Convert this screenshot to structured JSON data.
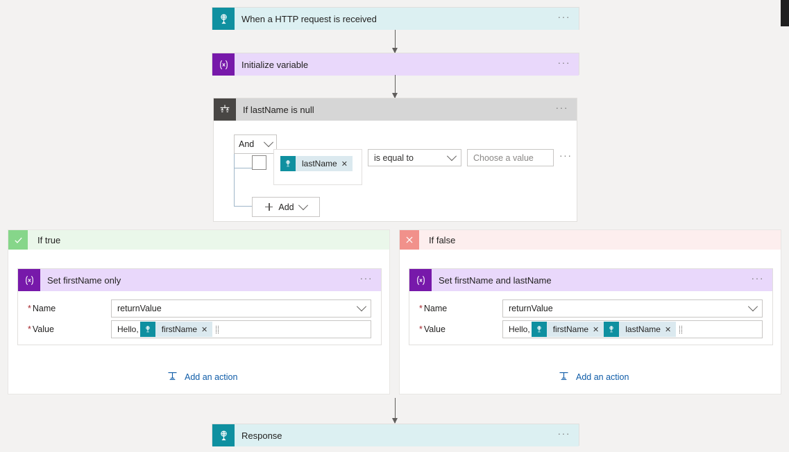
{
  "flow": {
    "trigger": {
      "title": "When a HTTP request is received",
      "icon": "http-request-icon",
      "more_label": "···"
    },
    "initialize": {
      "title": "Initialize variable",
      "icon": "variable-icon",
      "more_label": "···"
    },
    "condition": {
      "title": "If lastName is null",
      "icon": "condition-icon",
      "more_label": "···",
      "logical_operator": "And",
      "row": {
        "token": {
          "label": "lastName",
          "remove_label": "✕",
          "icon": "dynamic-content-icon"
        },
        "operator": "is equal to",
        "value_placeholder": "Choose a value",
        "row_more_label": "···"
      },
      "add_button": "Add"
    },
    "branches": {
      "true": {
        "label": "If true",
        "badge_icon": "check-icon",
        "action": {
          "title": "Set firstName only",
          "icon": "variable-icon",
          "more_label": "···",
          "fields": [
            {
              "label": "Name",
              "required": true,
              "type": "dropdown",
              "value": "returnValue"
            },
            {
              "label": "Value",
              "required": true,
              "type": "tokens",
              "text_prefix": "Hello,",
              "tokens": [
                {
                  "label": "firstName",
                  "remove_label": "✕",
                  "icon": "dynamic-content-icon"
                }
              ]
            }
          ]
        },
        "add_action_label": "Add an action"
      },
      "false": {
        "label": "If false",
        "badge_icon": "close-icon",
        "action": {
          "title": "Set firstName and lastName",
          "icon": "variable-icon",
          "more_label": "···",
          "fields": [
            {
              "label": "Name",
              "required": true,
              "type": "dropdown",
              "value": "returnValue"
            },
            {
              "label": "Value",
              "required": true,
              "type": "tokens",
              "text_prefix": "Hello,",
              "tokens": [
                {
                  "label": "firstName",
                  "remove_label": "✕",
                  "icon": "dynamic-content-icon"
                },
                {
                  "label": "lastName",
                  "remove_label": "✕",
                  "icon": "dynamic-content-icon"
                }
              ]
            }
          ]
        },
        "add_action_label": "Add an action"
      }
    },
    "response": {
      "title": "Response",
      "icon": "http-response-icon",
      "more_label": "···"
    }
  },
  "colors": {
    "canvas_bg": "#f3f2f1",
    "teal_icon": "#0f90a0",
    "teal_header": "#dcf0f2",
    "purple_icon": "#7719aa",
    "purple_header": "#e9d8fb",
    "gray_icon": "#484644",
    "gray_header": "#d6d6d6",
    "true_badge": "#86d68a",
    "true_header": "#eaf7ea",
    "false_badge": "#f1918b",
    "false_header": "#fdeeee",
    "link": "#0f5ca8",
    "required": "#a4262c"
  }
}
